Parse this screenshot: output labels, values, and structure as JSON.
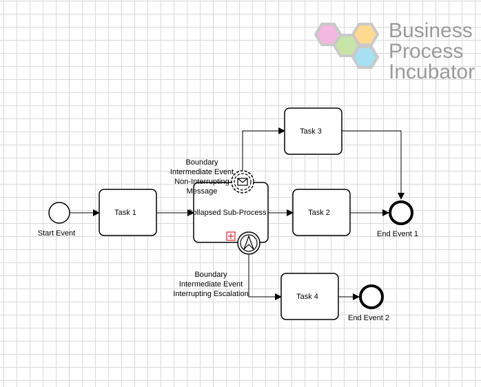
{
  "logo": {
    "line1": "Business",
    "line2": "Process",
    "line3": "Incubator",
    "colors": [
      "#f2b8e0",
      "#c7e5a7",
      "#ffd98f",
      "#a7e0f2"
    ]
  },
  "nodes": {
    "start_event": "Start Event",
    "task1": "Task 1",
    "subprocess": "Collapsed Sub-Process",
    "task2": "Task 2",
    "task3": "Task 3",
    "task4": "Task 4",
    "end_event_1": "End Event 1",
    "end_event_2": "End Event 2"
  },
  "boundary_message": [
    "Boundary",
    "Intermediate Event",
    "Non-Interrupting",
    "Message"
  ],
  "boundary_escalation": [
    "Boundary",
    "Intermediate Event",
    "Interrupting Escalation"
  ],
  "colors": {
    "stroke": "#000000",
    "subprocess_marker": "#e0202a"
  }
}
